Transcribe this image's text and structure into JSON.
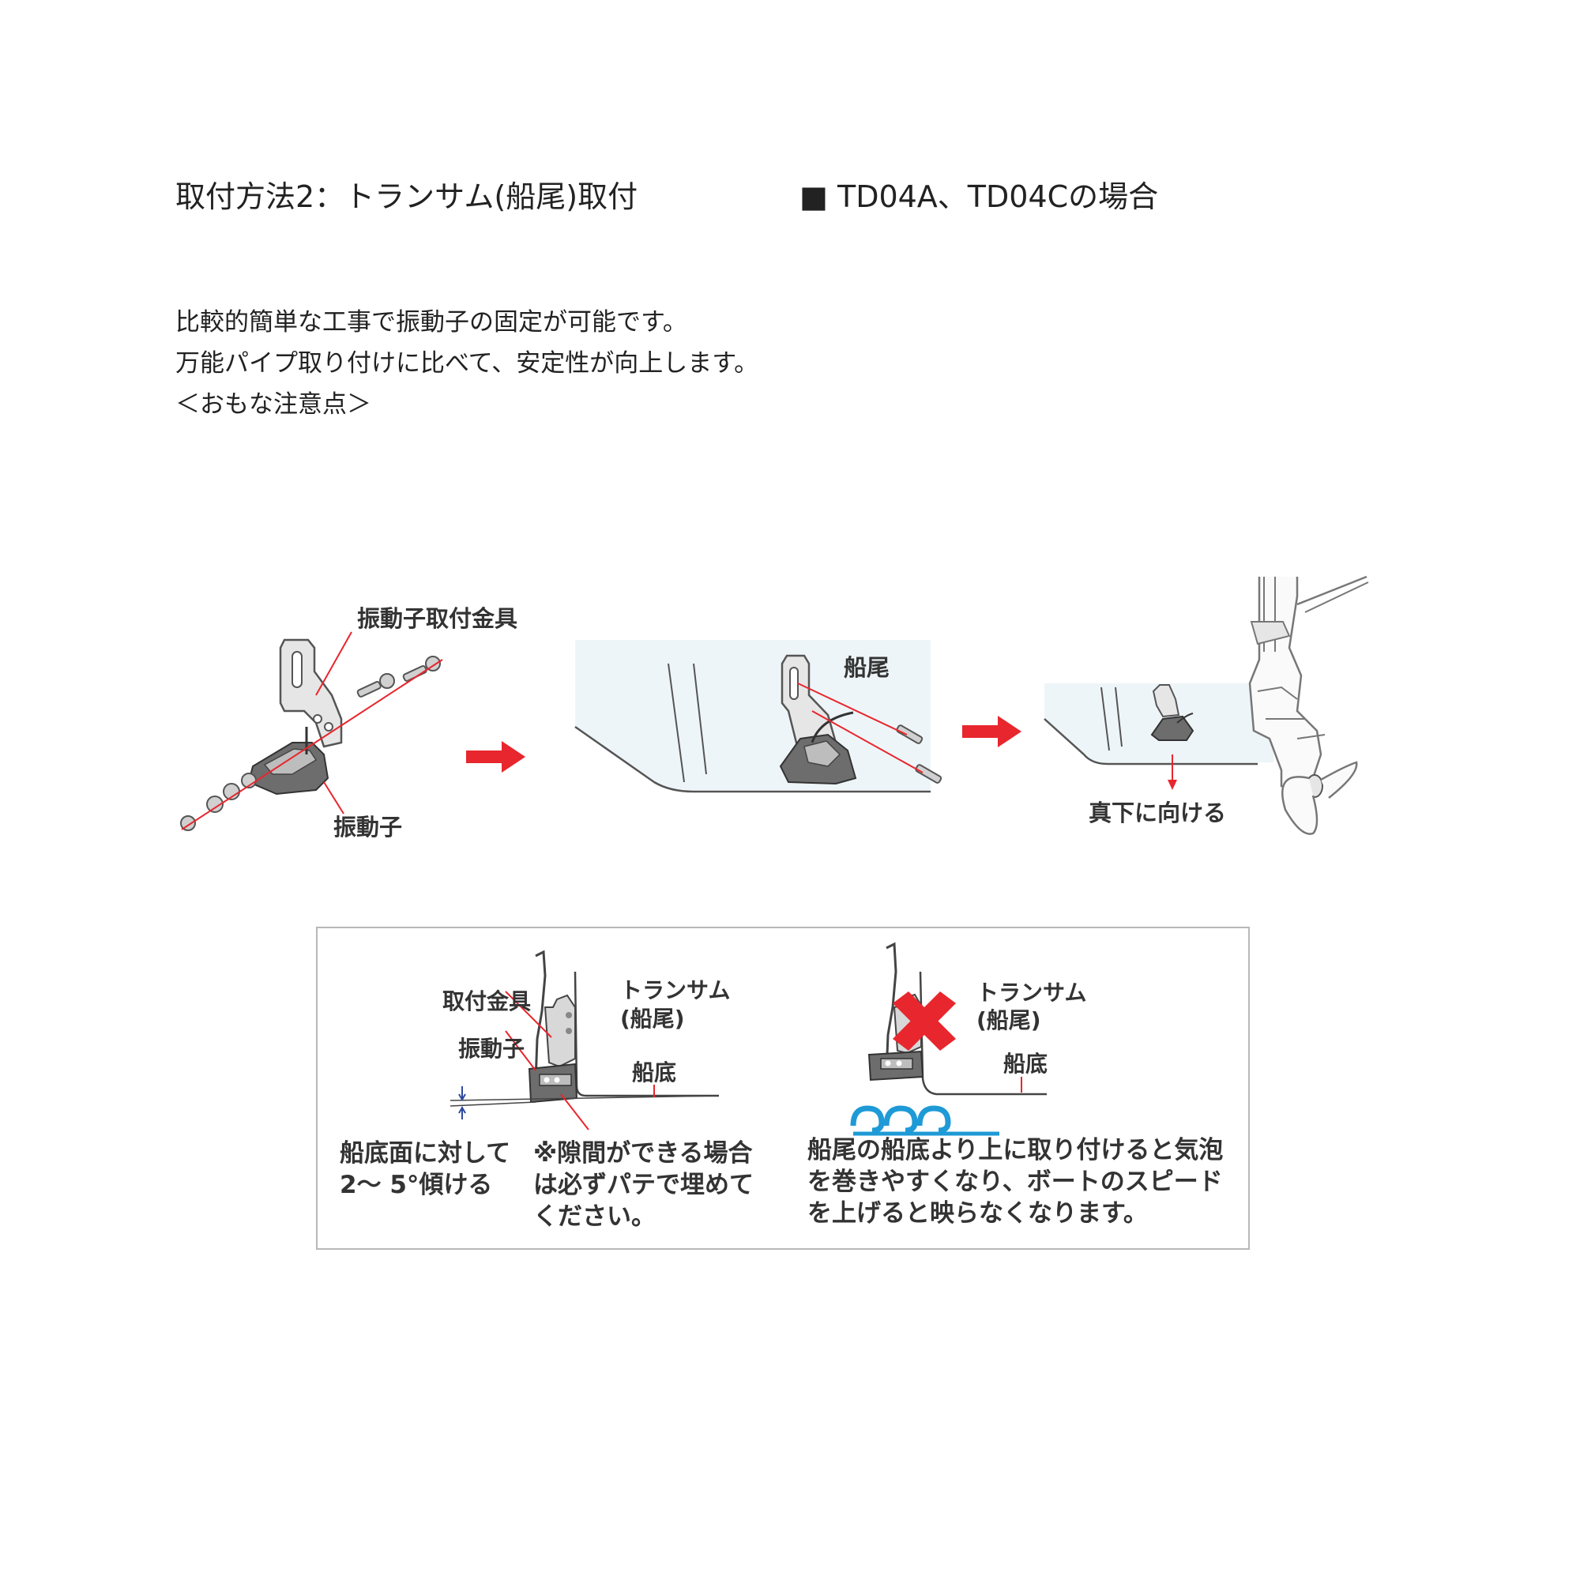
{
  "header": {
    "title": "取付方法2：トランサム(船尾)取付",
    "model_title": "■ TD04A、TD04Cの場合"
  },
  "intro": {
    "line1": "比較的簡単な工事で振動子の固定が可能です。",
    "line2": "万能パイプ取り付けに比べて、安定性が向上します。",
    "line3": "＜おもな注意点＞"
  },
  "steps": {
    "bracket_label": "振動子取付金具",
    "transducer_label": "振動子",
    "stern_label": "船尾",
    "face_down_label": "真下に向ける"
  },
  "caution": {
    "good": {
      "bracket_label": "取付金具",
      "transducer_label": "振動子",
      "transom_label": "トランサム",
      "transom_sub": "(船尾)",
      "hull_label": "船底",
      "tilt_note_1": "船底面に対して",
      "tilt_note_2": "2～ 5°傾ける",
      "gap_note_1": "※隙間ができる場合",
      "gap_note_2": "は必ずパテで埋めて",
      "gap_note_3": "ください。"
    },
    "bad": {
      "transom_label": "トランサム",
      "transom_sub": "(船尾)",
      "hull_label": "船底",
      "warn_1": "船尾の船底より上に取り付けると気泡",
      "warn_2": "を巻きやすくなり、ボートのスピード",
      "warn_3": "を上げると映らなくなります。"
    }
  },
  "colors": {
    "accent_red": "#e8262d",
    "bubble_blue": "#1e9ad6",
    "hull_fill": "#eef5f8",
    "metal": "#8a8a8a",
    "dark": "#555555"
  }
}
